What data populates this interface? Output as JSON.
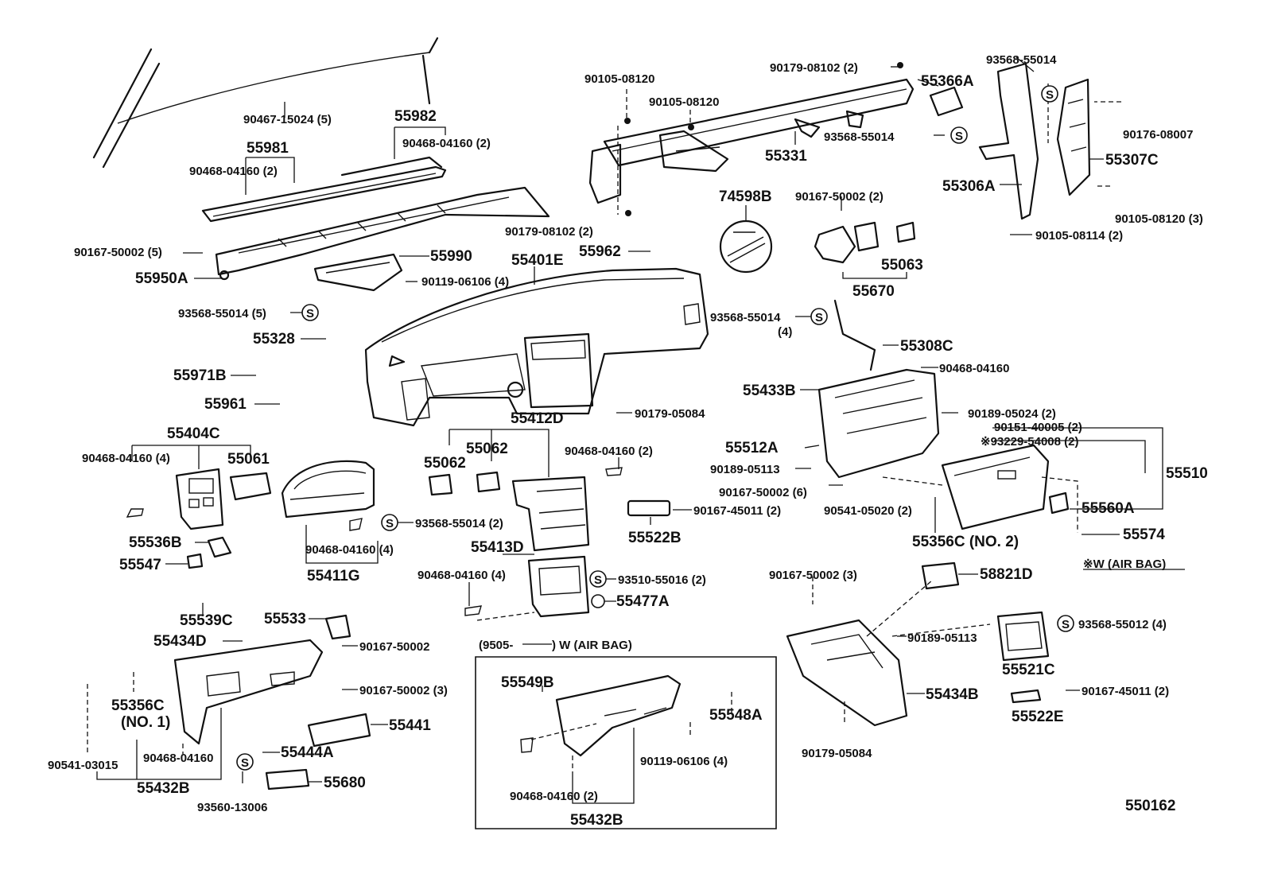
{
  "labels": {
    "p90467_15024": "90467-15024 (5)",
    "p55982": "55982",
    "p90468_04160_2a": "90468-04160 (2)",
    "p55981": "55981",
    "p90468_04160_2b": "90468-04160 (2)",
    "p90167_50002_5": "90167-50002 (5)",
    "p55950a": "55950A",
    "p55990": "55990",
    "p55401e": "55401E",
    "p90119_06106_4": "90119-06106 (4)",
    "p93568_55014_5": "93568-55014 (5)",
    "p55328": "55328",
    "p55971b": "55971B",
    "p55961": "55961",
    "p55962": "55962",
    "p74598b": "74598B",
    "p90105_08120a": "90105-08120",
    "p90105_08120b": "90105-08120",
    "p90179_08102_2a": "90179-08102 (2)",
    "p90179_08102_2b": "90179-08102 (2)",
    "p55366a": "55366A",
    "p55331": "55331",
    "p93568_55014a": "93568-55014",
    "p93568_55014b": "93568-55014",
    "p90176_08007": "90176-08007",
    "p55307c": "55307C",
    "p55306a": "55306A",
    "p90105_08120_3": "90105-08120 (3)",
    "p90105_08114_2": "90105-08114 (2)",
    "p90167_50002_2": "90167-50002 (2)",
    "p55063": "55063",
    "p55670": "55670",
    "p93568_55014_4": "93568-55014",
    "p93568_55014_4q": "(4)",
    "p55308c": "55308C",
    "p90468_04160a": "90468-04160",
    "p55433b": "55433B",
    "p90189_05024_2": "90189-05024 (2)",
    "p90151_40005_2": "90151-40005 (2)",
    "p93229_54008_2": "※93229-54008 (2)",
    "p55510": "55510",
    "p55512a": "55512A",
    "p90189_05113a": "90189-05113",
    "p90167_50002_6": "90167-50002 (6)",
    "p90541_05020_2": "90541-05020 (2)",
    "p55560a": "55560A",
    "p55574": "55574",
    "p55356c_no2": "55356C (NO. 2)",
    "p_w_airbag_note": "※W (AIR BAG)",
    "p90179_05084a": "90179-05084",
    "p55412d": "55412D",
    "p55062a": "55062",
    "p55062b": "55062",
    "p90468_04160_2c": "90468-04160 (2)",
    "p55404c": "55404C",
    "p90468_04160_4a": "90468-04160 (4)",
    "p55061": "55061",
    "p55536b": "55536B",
    "p55547": "55547",
    "p93568_55014_2": "93568-55014 (2)",
    "p90468_04160_4b": "90468-04160 (4)",
    "p55411g": "55411G",
    "p90167_45011_2a": "90167-45011 (2)",
    "p55522b": "55522B",
    "p55413d": "55413D",
    "p90468_04160_4c": "90468-04160 (4)",
    "p93510_55016_2": "93510-55016 (2)",
    "p55477a": "55477A",
    "p90167_50002_3a": "90167-50002 (3)",
    "p58821d": "58821D",
    "p93568_55012_4": "93568-55012 (4)",
    "p90189_05113b": "90189-05113",
    "p55521c": "55521C",
    "p90167_45011_2b": "90167-45011 (2)",
    "p55522e": "55522E",
    "p55434b": "55434B",
    "p90179_05084b": "90179-05084",
    "p55539c": "55539C",
    "p55533": "55533",
    "p55434d": "55434D",
    "p90167_50002a": "90167-50002",
    "p90167_50002_3b": "90167-50002 (3)",
    "p55356c_no1": "55356C",
    "p55356c_no1q": "(NO. 1)",
    "p55441": "55441",
    "p55444a": "55444A",
    "p90468_04160b": "90468-04160",
    "p90541_03015": "90541-03015",
    "p55432b_a": "55432B",
    "p93560_13006": "93560-13006",
    "p55680": "55680",
    "p9505_from": "(9505-",
    "p9505_to": ") W (AIR BAG)",
    "p55549b": "55549B",
    "p55548a": "55548A",
    "p90119_06106_4b": "90119-06106 (4)",
    "p90468_04160_2d": "90468-04160 (2)",
    "p55432b_b": "55432B",
    "figure_code": "550162"
  },
  "symbols": {
    "s_mark": "S"
  }
}
